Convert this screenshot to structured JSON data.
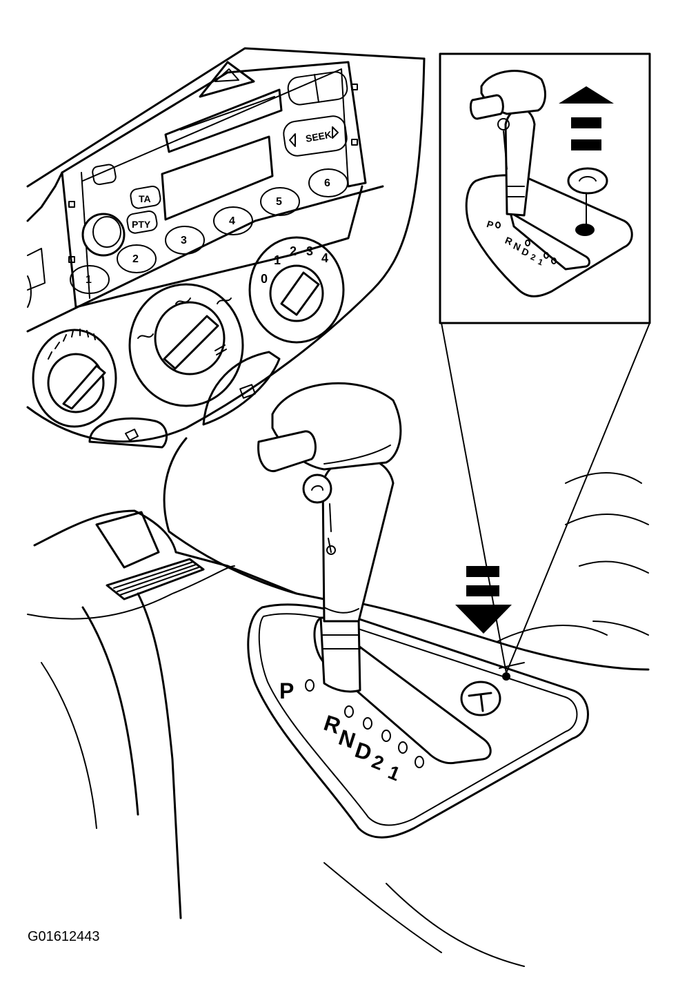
{
  "figure_id": "G01612443",
  "radio": {
    "buttons": [
      "1",
      "2",
      "3",
      "4",
      "5",
      "6"
    ],
    "ta_label": "TA",
    "pty_label": "PTY",
    "seek_label": "SEEK"
  },
  "fan_dial": {
    "positions": [
      "0",
      "1",
      "2",
      "3",
      "4"
    ]
  },
  "gear_selector": {
    "positions": [
      "P",
      "R",
      "N",
      "D",
      "2",
      "1"
    ]
  },
  "inset": {
    "positions": [
      "P",
      "R",
      "N",
      "D",
      "2",
      "1"
    ]
  },
  "arrows": {
    "main": "down",
    "inset": "up"
  }
}
